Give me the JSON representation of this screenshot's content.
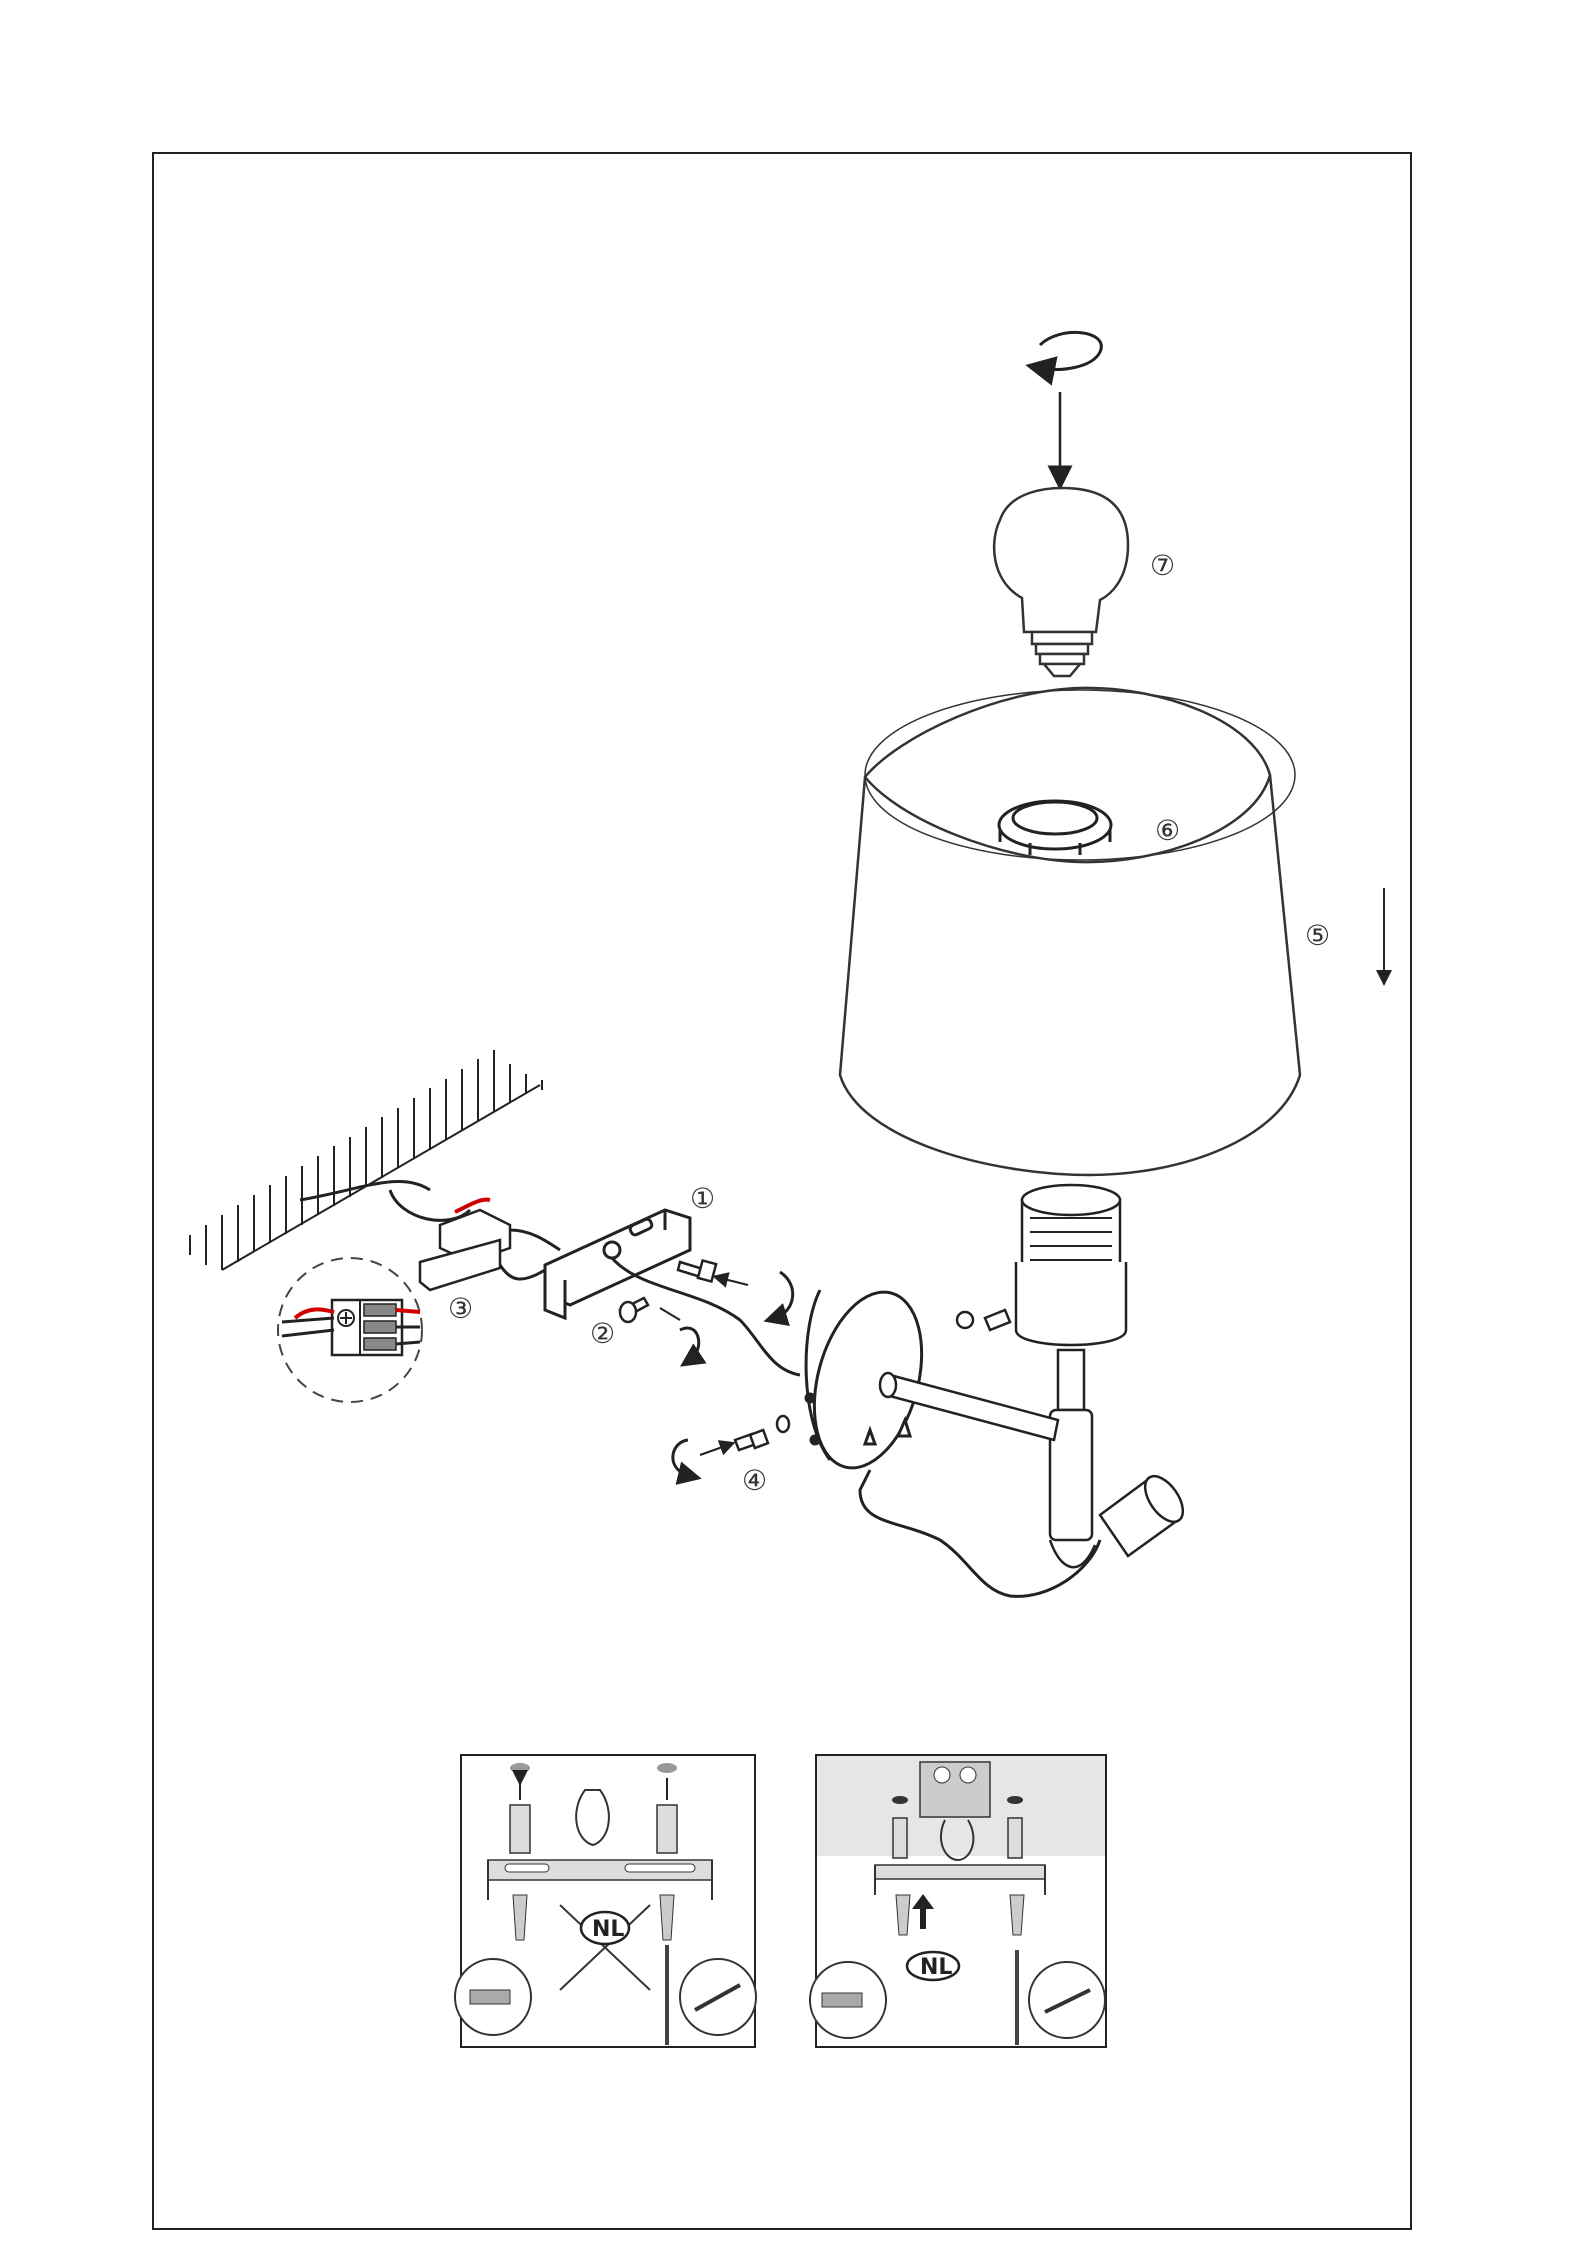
{
  "labels": {
    "bracket": "①",
    "bracket_screw": "②",
    "terminal": "③",
    "base_screw": "④",
    "shade": "⑤",
    "ring": "⑥",
    "bulb": "⑦"
  },
  "panels": {
    "left_badge": "NL",
    "right_badge": "NL"
  }
}
